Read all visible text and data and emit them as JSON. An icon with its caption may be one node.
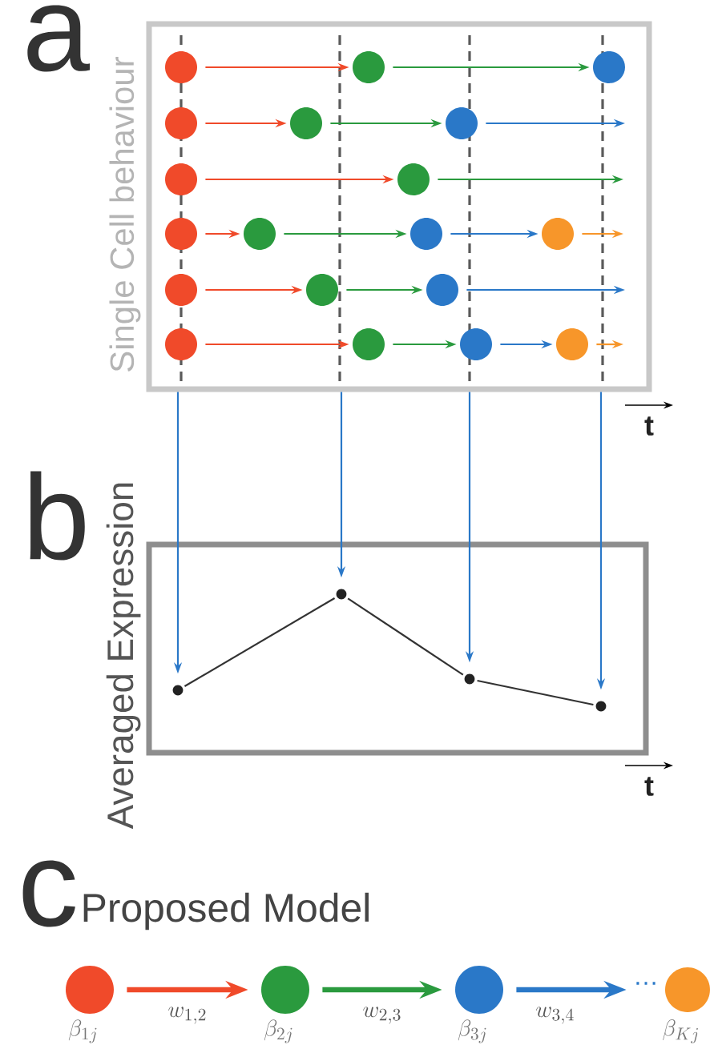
{
  "diagram": {
    "nodes": [
      {
        "text": [
          "Single Cell behaviour"
        ]
      },
      {
        "text": [],
        "shape": "circle",
        "in": 0
      },
      {
        "text": [],
        "shape": "circle",
        "in": 0
      },
      {
        "text": [],
        "shape": "circle",
        "in": 0
      },
      {
        "text": [],
        "shape": "circle",
        "in": 0
      },
      {
        "text": [],
        "shape": "circle",
        "in": 0
      },
      {
        "text": [],
        "shape": "circle",
        "in": 0
      },
      {
        "text": [],
        "shape": "circle",
        "in": 0
      },
      {
        "text": [],
        "shape": "circle",
        "in": 0
      },
      {
        "text": [],
        "shape": "circle",
        "in": 0
      },
      {
        "text": [],
        "shape": "circle",
        "in": 0
      },
      {
        "text": [],
        "shape": "circle",
        "in": 0
      },
      {
        "text": [],
        "shape": "circle",
        "in": 0
      },
      {
        "text": [],
        "shape": "circle",
        "in": 0
      },
      {
        "text": [],
        "shape": "circle",
        "in": 0
      },
      {
        "text": [],
        "shape": "circle",
        "in": 0
      },
      {
        "text": [],
        "shape": "circle",
        "in": 0
      },
      {
        "text": [],
        "shape": "circle",
        "in": 0
      },
      {
        "text": [],
        "shape": "circle",
        "in": 0
      },
      {
        "text": [],
        "shape": "circle",
        "in": 0
      },
      {
        "text": [
          "Averaged Expression"
        ]
      },
      {
        "text": [],
        "shape": "circle",
        "in": 20
      },
      {
        "text": [],
        "shape": "circle",
        "in": 20
      },
      {
        "text": [],
        "shape": "circle",
        "in": 20
      },
      {
        "text": [],
        "shape": "circle",
        "in": 20
      },
      {
        "text": [],
        "shape": "circle",
        "beside": [
          "\\beta_{1j}"
        ]
      },
      {
        "text": [],
        "shape": "circle",
        "beside": [
          "\\beta_{2j}"
        ]
      },
      {
        "text": [],
        "shape": "circle",
        "beside": [
          "\\beta_{3j}"
        ]
      },
      {
        "text": [
          "…"
        ]
      },
      {
        "text": [],
        "shape": "circle",
        "beside": [
          "\\beta_{Kj}"
        ]
      }
    ],
    "edges": [
      {
        "from": 1,
        "to": 2,
        "arrow": "to",
        "color": "#f04a2a"
      },
      {
        "from": 2,
        "to": 3,
        "arrow": "to",
        "color": "#2a9a3e"
      },
      {
        "from": 4,
        "to": 5,
        "arrow": "to",
        "color": "#f04a2a"
      },
      {
        "from": 5,
        "to": 6,
        "arrow": "to",
        "color": "#2a9a3e"
      },
      {
        "from": 6,
        "to": null,
        "arrow": "to",
        "color": "#2a78c8"
      },
      {
        "from": 7,
        "to": 8,
        "arrow": "to",
        "color": "#f04a2a"
      },
      {
        "from": 8,
        "to": null,
        "arrow": "to",
        "color": "#2a9a3e"
      },
      {
        "from": 9,
        "to": 10,
        "arrow": "to",
        "color": "#f04a2a"
      },
      {
        "from": 10,
        "to": 11,
        "arrow": "to",
        "color": "#2a9a3e"
      },
      {
        "from": 11,
        "to": 12,
        "arrow": "to",
        "color": "#2a78c8"
      },
      {
        "from": 12,
        "to": null,
        "arrow": "to",
        "color": "#f7962a"
      },
      {
        "from": 13,
        "to": 14,
        "arrow": "to",
        "color": "#f04a2a"
      },
      {
        "from": 14,
        "to": 15,
        "arrow": "to",
        "color": "#2a9a3e"
      },
      {
        "from": 15,
        "to": null,
        "arrow": "to",
        "color": "#2a78c8"
      },
      {
        "from": 16,
        "to": 17,
        "arrow": "to",
        "color": "#f04a2a"
      },
      {
        "from": 17,
        "to": 18,
        "arrow": "to",
        "color": "#2a9a3e"
      },
      {
        "from": 18,
        "to": 19,
        "arrow": "to",
        "color": "#2a78c8"
      },
      {
        "from": 19,
        "to": null,
        "arrow": "to",
        "color": "#f7962a"
      },
      {
        "from": 0,
        "to": 21,
        "arrow": "to",
        "color": "#2a78c8"
      },
      {
        "from": 0,
        "to": 22,
        "arrow": "to",
        "color": "#2a78c8"
      },
      {
        "from": 0,
        "to": 23,
        "arrow": "to",
        "color": "#2a78c8"
      },
      {
        "from": 0,
        "to": 24,
        "arrow": "to",
        "color": "#2a78c8"
      },
      {
        "from": 21,
        "to": 22,
        "arrow": "none",
        "color": "#333333"
      },
      {
        "from": 22,
        "to": 23,
        "arrow": "none",
        "color": "#333333"
      },
      {
        "from": 23,
        "to": 24,
        "arrow": "none",
        "color": "#333333"
      },
      {
        "from": 25,
        "to": 26,
        "arrow": "to",
        "color": "#f04a2a",
        "label": "w_{1,2}",
        "style": "thick"
      },
      {
        "from": 26,
        "to": 27,
        "arrow": "to",
        "color": "#2a9a3e",
        "label": "w_{2,3}",
        "style": "thick"
      },
      {
        "from": 27,
        "to": 28,
        "arrow": "to",
        "color": "#2a78c8",
        "label": "w_{3,4}",
        "style": "thick"
      }
    ],
    "labels": [
      "a",
      "t",
      "b",
      "t",
      "c",
      "Proposed Model"
    ]
  }
}
